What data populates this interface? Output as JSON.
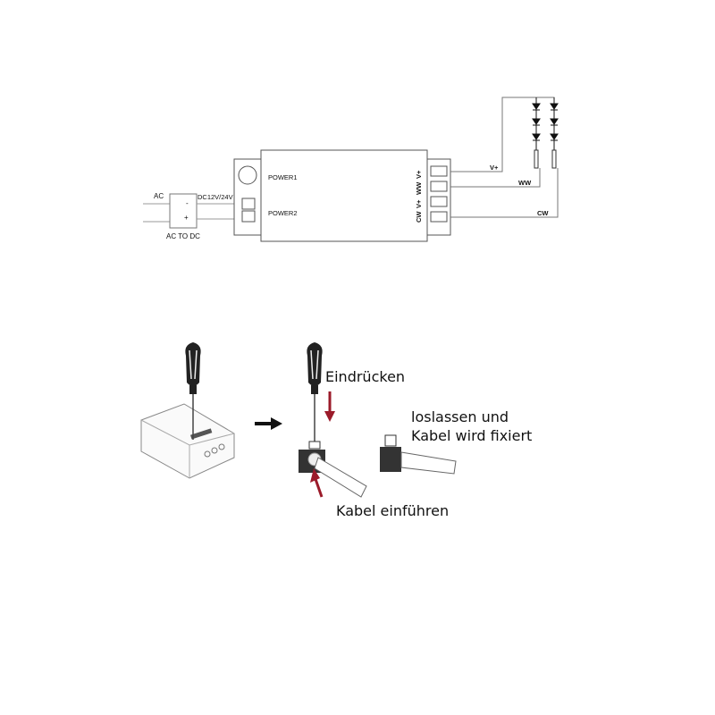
{
  "wiring": {
    "ac_label": "AC",
    "converter_label": "AC TO DC",
    "dc_label": "DC12V/24V",
    "minus": "-",
    "plus": "+",
    "power1": "POWER1",
    "power2": "POWER2",
    "out_vplus": "V+",
    "out_ww": "WW",
    "out_vplus2": "V+",
    "out_cw": "CW",
    "wire_vplus": "V+",
    "wire_ww": "WW",
    "wire_cw": "CW"
  },
  "instructions": {
    "press": "Eindrücken",
    "insert": "Kabel einführen",
    "release_line1": "loslassen und",
    "release_line2": "Kabel wird fixiert"
  },
  "colors": {
    "arrow_red": "#9b1b2a",
    "line": "#222222",
    "grey_wire": "#aaaaaa"
  }
}
